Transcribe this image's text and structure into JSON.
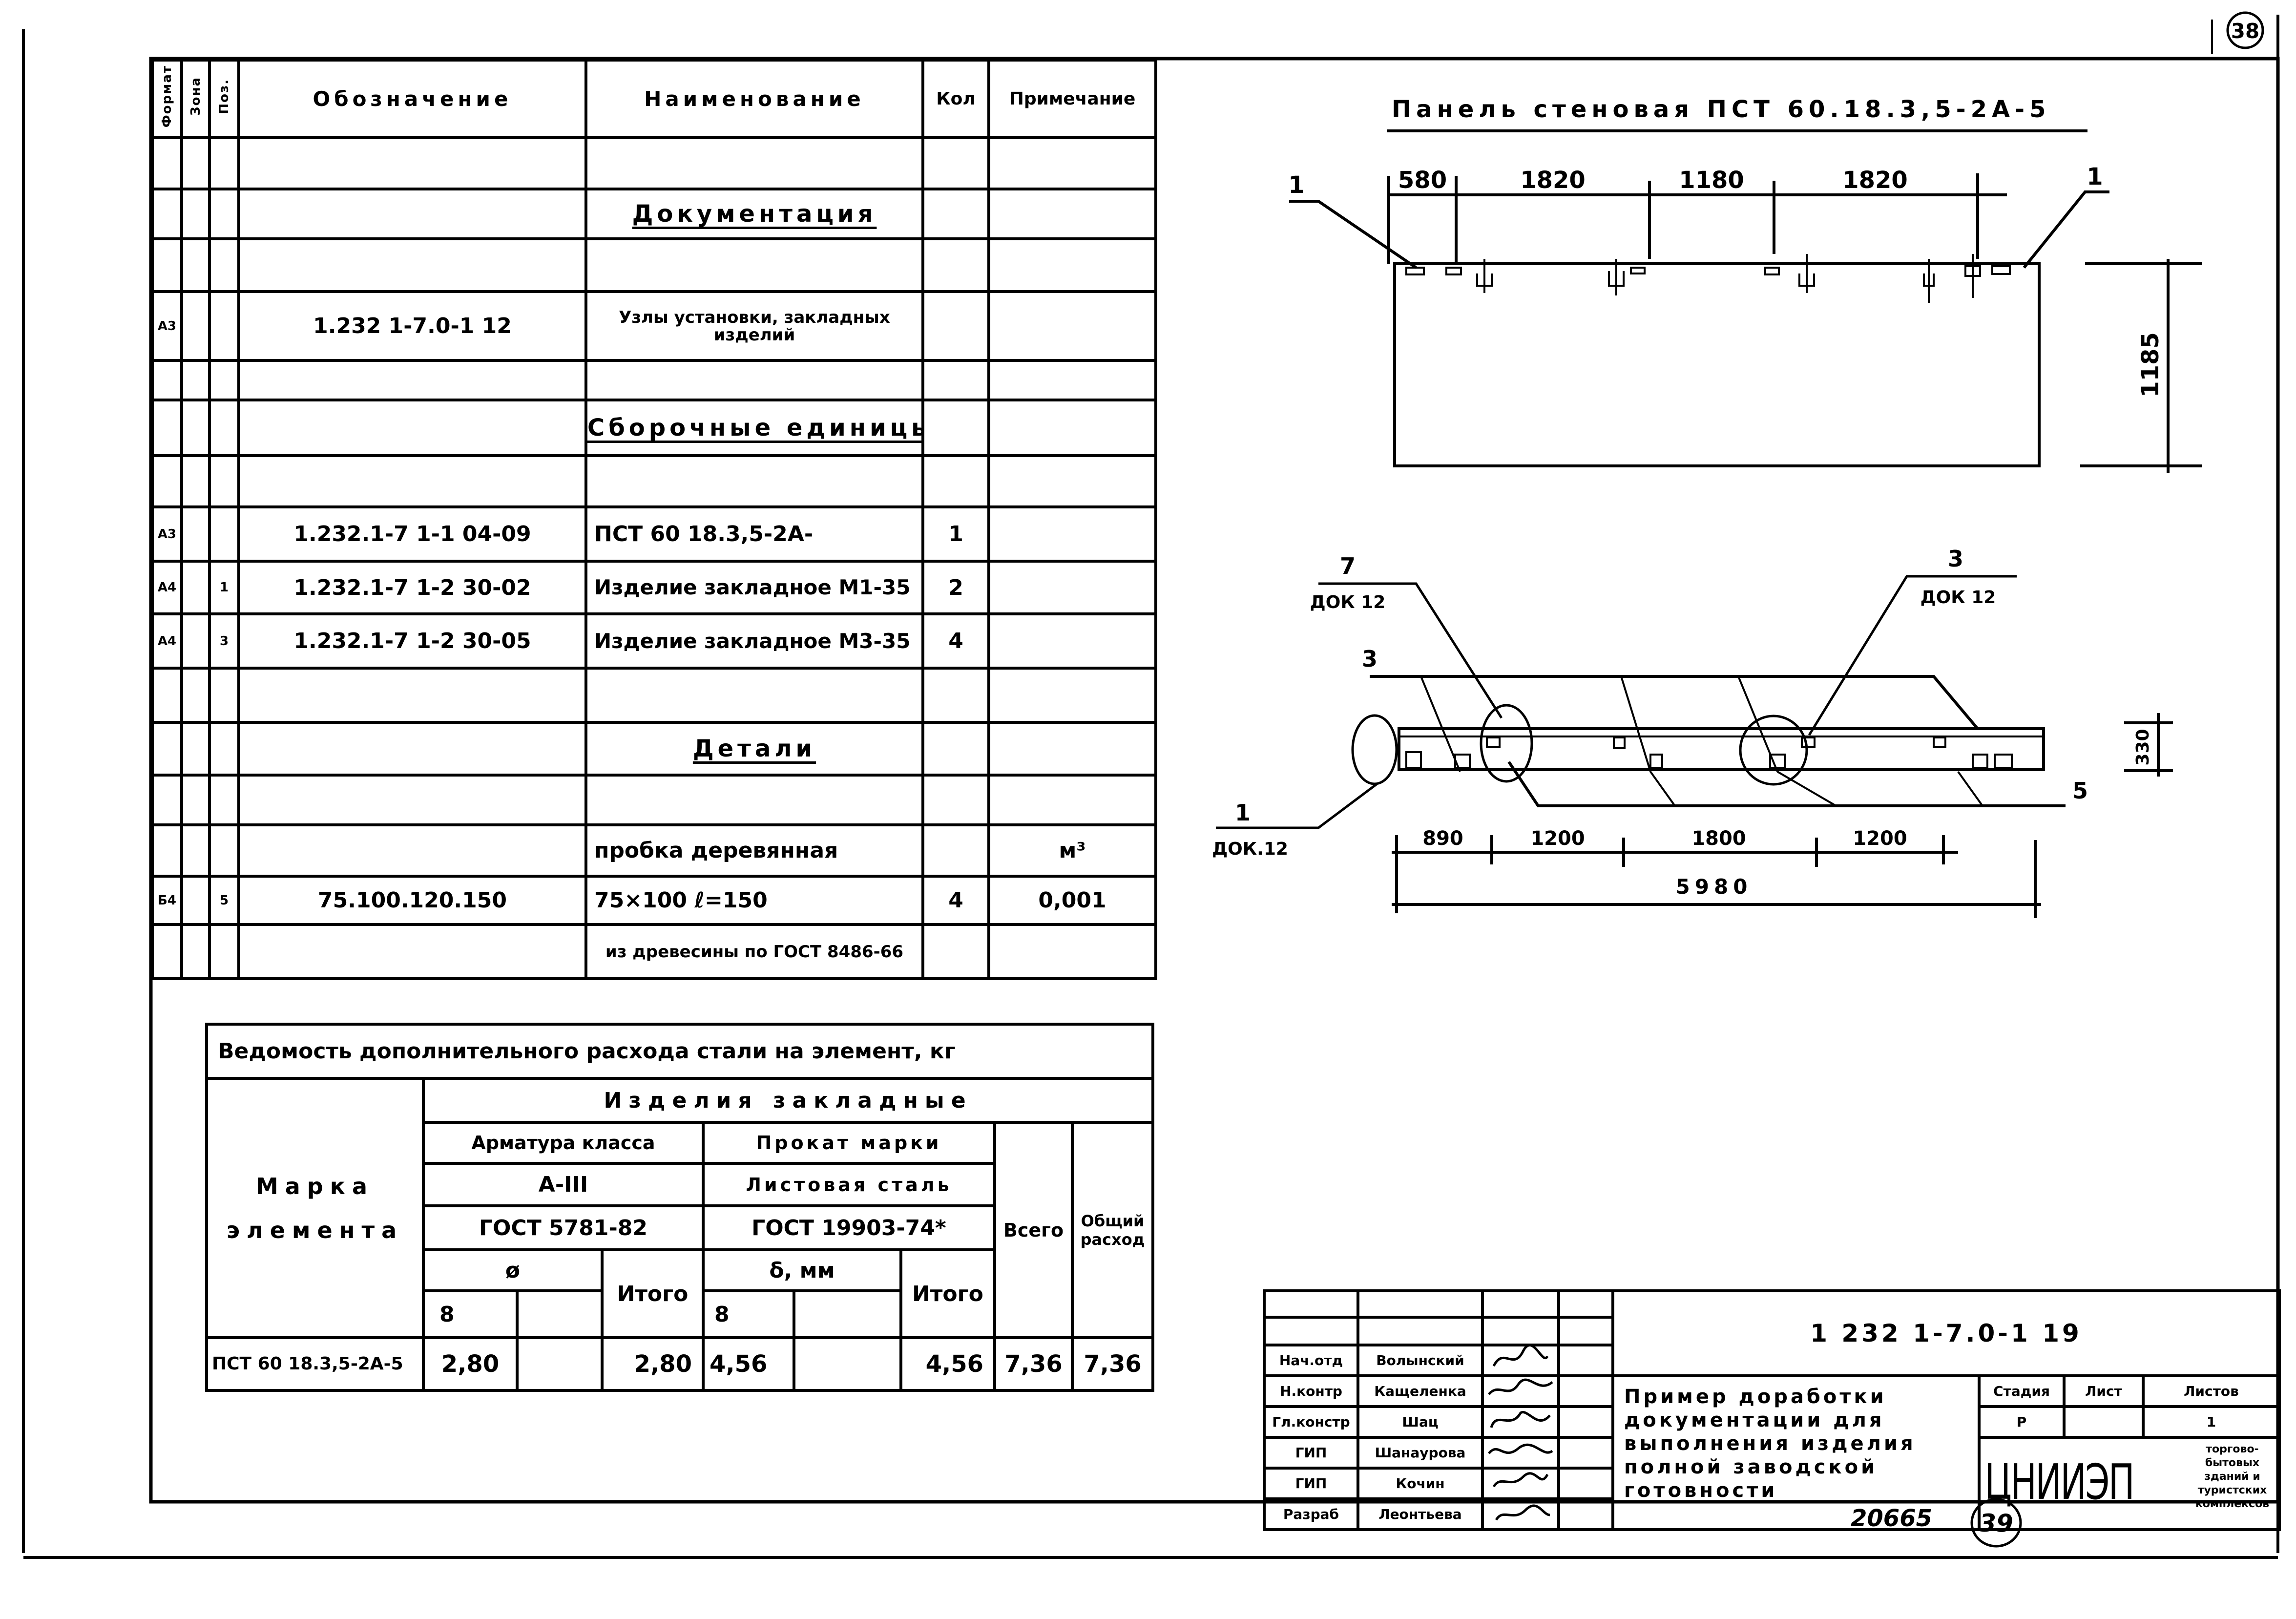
{
  "sheet_number": "38",
  "archive_number": "20665",
  "page_number": "39",
  "spec_table": {
    "headers": {
      "format": "Формат",
      "zone": "Зона",
      "pos": "Поз.",
      "designation": "Обозначение",
      "name": "Наименование",
      "qty": "Кол",
      "note": "Примечание"
    },
    "rows": [
      {
        "format": "",
        "zone": "",
        "pos": "",
        "designation": "",
        "name": "",
        "qty": "",
        "note": ""
      },
      {
        "format": "",
        "zone": "",
        "pos": "",
        "designation": "",
        "name": "Документация",
        "qty": "",
        "note": "",
        "section": true
      },
      {
        "format": "",
        "zone": "",
        "pos": "",
        "designation": "",
        "name": "",
        "qty": "",
        "note": ""
      },
      {
        "format": "А3",
        "zone": "",
        "pos": "",
        "designation": "1.232 1-7.0-1  12",
        "name": "Узлы установки, закладных изделий",
        "qty": "",
        "note": ""
      },
      {
        "format": "",
        "zone": "",
        "pos": "",
        "designation": "",
        "name": "",
        "qty": "",
        "note": ""
      },
      {
        "format": "",
        "zone": "",
        "pos": "",
        "designation": "",
        "name": "Сборочные единицы",
        "qty": "",
        "note": "",
        "section": true
      },
      {
        "format": "",
        "zone": "",
        "pos": "",
        "designation": "",
        "name": "",
        "qty": "",
        "note": ""
      },
      {
        "format": "А3",
        "zone": "",
        "pos": "",
        "designation": "1.232.1-7 1-1  04-09",
        "name": "ПСТ 60 18.3,5-2А-",
        "qty": "1",
        "note": ""
      },
      {
        "format": "А4",
        "zone": "",
        "pos": "1",
        "designation": "1.232.1-7 1-2  30-02",
        "name": "Изделие закладное М1-35",
        "qty": "2",
        "note": ""
      },
      {
        "format": "А4",
        "zone": "",
        "pos": "3",
        "designation": "1.232.1-7 1-2  30-05",
        "name": "Изделие закладное М3-35",
        "qty": "4",
        "note": ""
      },
      {
        "format": "",
        "zone": "",
        "pos": "",
        "designation": "",
        "name": "",
        "qty": "",
        "note": ""
      },
      {
        "format": "",
        "zone": "",
        "pos": "",
        "designation": "",
        "name": "Детали",
        "qty": "",
        "note": "",
        "section": true
      },
      {
        "format": "",
        "zone": "",
        "pos": "",
        "designation": "",
        "name": "",
        "qty": "",
        "note": ""
      },
      {
        "format": "",
        "zone": "",
        "pos": "",
        "designation": "",
        "name": "пробка деревянная",
        "qty": "",
        "note": "м³"
      },
      {
        "format": "Б4",
        "zone": "",
        "pos": "5",
        "designation": "75.100.120.150",
        "name": "75×100  ℓ=150",
        "qty": "4",
        "note": "0,001"
      },
      {
        "format": "",
        "zone": "",
        "pos": "",
        "designation": "",
        "name": "из древесины по ГОСТ 8486-66",
        "qty": "",
        "note": ""
      }
    ]
  },
  "steel_table": {
    "title": "Ведомость дополнительного расхода стали на элемент, кг",
    "mark_header": "Марка элемента",
    "group_header": "Изделия закладные",
    "rebar": {
      "label": "Арматура класса",
      "class": "А-III",
      "gost": "ГОСТ 5781-82",
      "dim": "ø",
      "size": "8",
      "total": "Итого"
    },
    "plate": {
      "label": "Прокат марки",
      "class": "Листовая сталь",
      "gost": "ГОСТ 19903-74*",
      "dim": "δ, мм",
      "size": "8",
      "total": "Итого"
    },
    "all_header": "Всего",
    "overall_header": "Общий расход",
    "row": {
      "mark": "ПСТ 60 18.3,5-2А-5",
      "rebar_8": "2,80",
      "rebar_blank": "",
      "rebar_total": "2,80",
      "plate_8": "4,56",
      "plate_blank": "",
      "plate_total": "4,56",
      "all": "7,36",
      "overall": "7,36"
    }
  },
  "drawing": {
    "title": "Панель стеновая   ПСТ 60.18.3,5-2А-5",
    "plan": {
      "dims_top": [
        "580",
        "1820",
        "1180",
        "1820"
      ],
      "height_dim": "1185",
      "leader_left": "1",
      "leader_right": "1"
    },
    "section": {
      "leader_7": "7",
      "leader_7_ref": "ДОК 12",
      "leader_3_top": "3",
      "leader_3_top_ref": "ДОК 12",
      "leader_3": "3",
      "leader_5": "5",
      "leader_1": "1",
      "leader_1_ref": "ДОК.12",
      "thickness_dim": "330",
      "dims_bottom": [
        "890",
        "1200",
        "1800",
        "1200"
      ],
      "overall_dim": "5980"
    }
  },
  "title_block": {
    "doc_number": "1 232 1-7.0-1   19",
    "title": "Пример доработки документации для выполнения изделия полной заводской готовности",
    "signatures": [
      {
        "role": "Нач.отд",
        "name": "Волынский"
      },
      {
        "role": "Н.контр",
        "name": "Кащеленка"
      },
      {
        "role": "Гл.констр",
        "name": "Шац"
      },
      {
        "role": "ГИП",
        "name": "Шанаурова"
      },
      {
        "role": "ГИП",
        "name": "Кочин"
      },
      {
        "role": "Разраб",
        "name": "Леонтьева"
      }
    ],
    "stage_label": "Стадия",
    "sheet_label": "Лист",
    "sheets_label": "Листов",
    "stage": "Р",
    "sheet": "",
    "sheets": "1",
    "org_logo": "ЦНИИЭП",
    "org_name": "торгово-бытовых зданий и туристских комплексов"
  }
}
